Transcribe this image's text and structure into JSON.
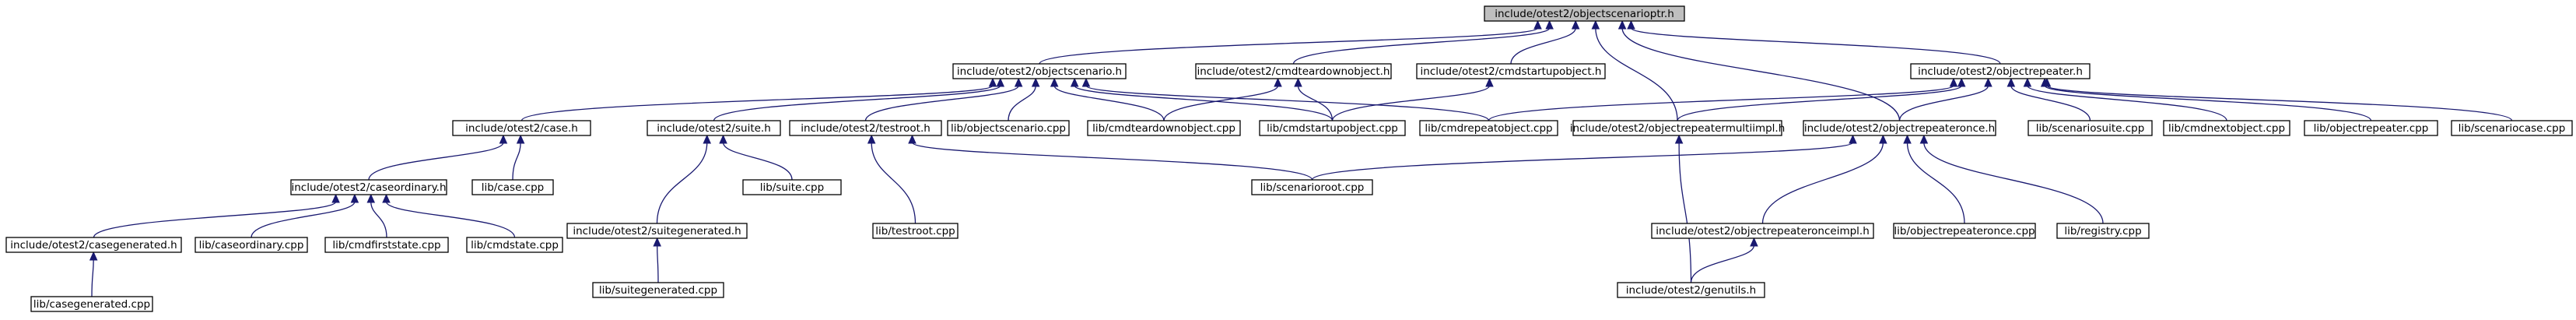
{
  "diagram": {
    "type": "include-dependency-graph",
    "nodes": [
      {
        "id": "root",
        "label": "include/otest2/objectscenarioptr.h",
        "highlighted": true
      },
      {
        "id": "objscenario_h",
        "label": "include/otest2/objectscenario.h"
      },
      {
        "id": "cmdteardown_h",
        "label": "include/otest2/cmdteardownobject.h"
      },
      {
        "id": "cmdstartup_h",
        "label": "include/otest2/cmdstartupobject.h"
      },
      {
        "id": "objrepeater_h",
        "label": "include/otest2/objectrepeater.h"
      },
      {
        "id": "case_h",
        "label": "include/otest2/case.h"
      },
      {
        "id": "suite_h",
        "label": "include/otest2/suite.h"
      },
      {
        "id": "testroot_h",
        "label": "include/otest2/testroot.h"
      },
      {
        "id": "objscenario_cpp",
        "label": "lib/objectscenario.cpp"
      },
      {
        "id": "cmdteardown_cpp",
        "label": "lib/cmdteardownobject.cpp"
      },
      {
        "id": "cmdstartup_cpp",
        "label": "lib/cmdstartupobject.cpp"
      },
      {
        "id": "cmdrepeat_cpp",
        "label": "lib/cmdrepeatobject.cpp"
      },
      {
        "id": "objrepmulti_h",
        "label": "include/otest2/objectrepeatermultiimpl.h"
      },
      {
        "id": "objreponce_h",
        "label": "include/otest2/objectrepeateronce.h"
      },
      {
        "id": "scenariosuite_cpp",
        "label": "lib/scenariosuite.cpp"
      },
      {
        "id": "cmdnext_cpp",
        "label": "lib/cmdnextobject.cpp"
      },
      {
        "id": "objrepeater_cpp",
        "label": "lib/objectrepeater.cpp"
      },
      {
        "id": "scenariocase_cpp",
        "label": "lib/scenariocase.cpp"
      },
      {
        "id": "caseordinary_h",
        "label": "include/otest2/caseordinary.h"
      },
      {
        "id": "case_cpp",
        "label": "lib/case.cpp"
      },
      {
        "id": "suitegen_h",
        "label": "include/otest2/suitegenerated.h"
      },
      {
        "id": "suite_cpp",
        "label": "lib/suite.cpp"
      },
      {
        "id": "testroot_cpp",
        "label": "lib/testroot.cpp"
      },
      {
        "id": "scenarioroot_cpp",
        "label": "lib/scenarioroot.cpp"
      },
      {
        "id": "objreponceimpl_h",
        "label": "include/otest2/objectrepeateronceimpl.h"
      },
      {
        "id": "objreponce_cpp",
        "label": "lib/objectrepeateronce.cpp"
      },
      {
        "id": "registry_cpp",
        "label": "lib/registry.cpp"
      },
      {
        "id": "casegen_h",
        "label": "include/otest2/casegenerated.h"
      },
      {
        "id": "caseordinary_cpp",
        "label": "lib/caseordinary.cpp"
      },
      {
        "id": "cmdfirststate_cpp",
        "label": "lib/cmdfirststate.cpp"
      },
      {
        "id": "cmdstate_cpp",
        "label": "lib/cmdstate.cpp"
      },
      {
        "id": "suitegen_cpp",
        "label": "lib/suitegenerated.cpp"
      },
      {
        "id": "genutils_h",
        "label": "include/otest2/genutils.h"
      },
      {
        "id": "casegen_cpp",
        "label": "lib/casegenerated.cpp"
      }
    ],
    "edges": [
      {
        "from": "objscenario_h",
        "to": "root"
      },
      {
        "from": "cmdteardown_h",
        "to": "root"
      },
      {
        "from": "cmdstartup_h",
        "to": "root"
      },
      {
        "from": "objrepeater_h",
        "to": "root"
      },
      {
        "from": "objrepmulti_h",
        "to": "root"
      },
      {
        "from": "objreponce_h",
        "to": "root"
      },
      {
        "from": "case_h",
        "to": "objscenario_h"
      },
      {
        "from": "suite_h",
        "to": "objscenario_h"
      },
      {
        "from": "testroot_h",
        "to": "objscenario_h"
      },
      {
        "from": "objscenario_cpp",
        "to": "objscenario_h"
      },
      {
        "from": "cmdteardown_cpp",
        "to": "objscenario_h"
      },
      {
        "from": "cmdstartup_cpp",
        "to": "objscenario_h"
      },
      {
        "from": "cmdrepeat_cpp",
        "to": "objscenario_h"
      },
      {
        "from": "cmdteardown_cpp",
        "to": "cmdteardown_h"
      },
      {
        "from": "cmdstartup_cpp",
        "to": "cmdteardown_h"
      },
      {
        "from": "cmdstartup_cpp",
        "to": "cmdstartup_h"
      },
      {
        "from": "cmdrepeat_cpp",
        "to": "objrepeater_h"
      },
      {
        "from": "objrepmulti_h",
        "to": "objrepeater_h"
      },
      {
        "from": "objreponce_h",
        "to": "objrepeater_h"
      },
      {
        "from": "scenariosuite_cpp",
        "to": "objrepeater_h"
      },
      {
        "from": "cmdnext_cpp",
        "to": "objrepeater_h"
      },
      {
        "from": "objrepeater_cpp",
        "to": "objrepeater_h"
      },
      {
        "from": "scenariocase_cpp",
        "to": "objrepeater_h"
      },
      {
        "from": "caseordinary_h",
        "to": "case_h"
      },
      {
        "from": "case_cpp",
        "to": "case_h"
      },
      {
        "from": "suitegen_h",
        "to": "suite_h"
      },
      {
        "from": "suite_cpp",
        "to": "suite_h"
      },
      {
        "from": "testroot_cpp",
        "to": "testroot_h"
      },
      {
        "from": "scenarioroot_cpp",
        "to": "testroot_h"
      },
      {
        "from": "scenarioroot_cpp",
        "to": "objreponce_h"
      },
      {
        "from": "objreponceimpl_h",
        "to": "objreponce_h"
      },
      {
        "from": "objreponce_cpp",
        "to": "objreponce_h"
      },
      {
        "from": "registry_cpp",
        "to": "objreponce_h"
      },
      {
        "from": "genutils_h",
        "to": "objrepmulti_h"
      },
      {
        "from": "genutils_h",
        "to": "objreponceimpl_h"
      },
      {
        "from": "casegen_h",
        "to": "caseordinary_h"
      },
      {
        "from": "caseordinary_cpp",
        "to": "caseordinary_h"
      },
      {
        "from": "cmdfirststate_cpp",
        "to": "caseordinary_h"
      },
      {
        "from": "cmdstate_cpp",
        "to": "caseordinary_h"
      },
      {
        "from": "suitegen_cpp",
        "to": "suitegen_h"
      },
      {
        "from": "casegen_cpp",
        "to": "casegen_h"
      }
    ]
  }
}
